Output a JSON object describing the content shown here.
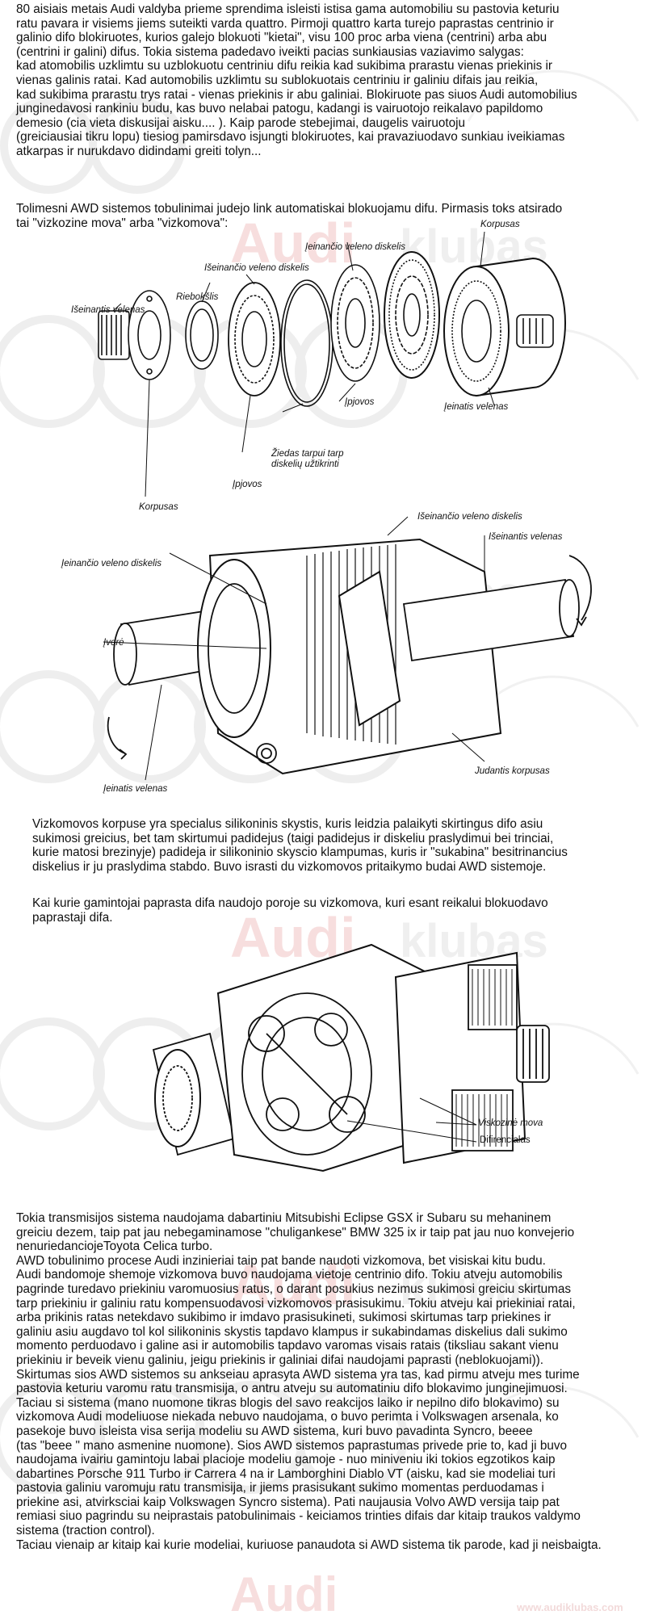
{
  "watermark": {
    "brand": "Audi",
    "site_word": "klubas",
    "site_url": "www.audiklubas.com"
  },
  "paragraphs": {
    "intro": [
      "80 aisiais metais Audi valdyba prieme sprendima isleisti istisa gama automobiliu su pastovia keturiu",
      "ratu pavara ir visiems jiems suteikti varda quattro. Pirmoji quattro karta turejo paprastas centrinio ir",
      "galinio difo blokiruotes, kurios galejo blokuoti \"kietai\", visu 100 proc arba viena (centrini) arba abu",
      "(centrini ir galini) difus. Tokia sistema padedavo iveikti pacias sunkiausias vaziavimo salygas:",
      "kad atomobilis uzklimtu su uzblokuotu centriniu difu reikia kad sukibima prarastu vienas priekinis ir",
      "vienas galinis ratai. Kad automobilis uzklimtu su sublokuotais centriniu ir galiniu difais jau reikia,",
      "kad sukibima prarastu trys ratai - vienas priekinis ir abu galiniai. Blokiruote pas siuos Audi automobilius",
      "junginedavosi rankiniu budu, kas buvo nelabai patogu, kadangi is vairuotojo reikalavo papildomo",
      "demesio (cia vieta diskusijai aisku.... ). Kaip parode stebejimai, daugelis vairuotoju",
      "(greiciausiai tikru lopu) tiesiog pamirsdavo isjungti blokiruotes, kai pravaziuodavo sunkiau iveikiamas",
      "atkarpas ir nurukdavo didindami greiti tolyn..."
    ],
    "awd": [
      "Tolimesni AWD sistemos tobulinimai judejo link automatiskai blokuojamu difu. Pirmasis toks atsirado",
      "tai \"vizkozine mova\" arba \"vizkomova\":"
    ],
    "silicone": [
      "Vizkomovos korpuse yra specialus silikoninis skystis, kuris leidzia palaikyti skirtingus difo asiu",
      "sukimosi greicius, bet tam skirtumui padidejus (taigi padidejus ir diskeliu praslydimui bei trinciai,",
      "kurie matosi brezinyje) padideja ir silikoninio skyscio klampumas, kuris ir \"sukabina\" besitrinancius",
      "diskelius ir ju praslydima stabdo. Buvo israsti du vizkomovos pritaikymo budai AWD sistemoje."
    ],
    "makers": [
      "Kai kurie gamintojai paprasta difa naudojo poroje su vizkomova, kuri esant reikalui blokuodavo",
      "paprastaji difa."
    ],
    "final": [
      "Tokia transmisijos sistema naudojama dabartiniu  Mitsubishi Eclipse GSX  ir Subaru su mehaninem",
      "greiciu dezem, taip pat jau nebegaminamose \"chuligankese\" BMW 325 ix ir taip pat jau nuo konvejerio",
      "nenuriedanciojeToyota Celica turbo.",
      "AWD tobulinimo procese Audi inzinieriai taip pat bande naudoti vizkomova, bet visiskai kitu budu.",
      "Audi bandomoje shemoje vizkomova buvo naudojama vietoje centrinio difo. Tokiu atveju automobilis",
      "pagrinde turedavo priekiniu varomuosius ratus, o darant posukius nezimus sukimosi greiciu skirtumas",
      "tarp priekiniu ir galiniu ratu kompensuodavosi vizkomovos prasisukimu. Tokiu atveju kai priekiniai ratai,",
      "arba prikinis ratas netekdavo sukibimo ir imdavo prasisukineti, sukimosi skirtumas tarp priekines ir",
      "galiniu asiu augdavo tol kol silikoninis skystis tapdavo klampus ir sukabindamas diskelius dali sukimo",
      "momento perduodavo i galine asi ir automobilis tapdavo varomas visais ratais (tiksliau sakant vienu",
      "priekiniu ir beveik vienu galiniu, jeigu priekinis ir galiniai difai naudojami paprasti (neblokuojami)).",
      "Skirtumas sios AWD sistemos su ankseiau aprasyta AWD sistema yra tas, kad pirmu atveju mes turime",
      "pastovia keturiu varomu ratu transmisija, o antru atveju su automatiniu difo blokavimo junginejimuosi.",
      "Taciau si sistema (mano nuomone tikras blogis del savo reakcijos laiko ir nepilno difo blokavimo) su",
      "vizkomova Audi modeliuose niekada nebuvo naudojama, o buvo perimta i Volkswagen arsenala, ko",
      "pasekoje buvo isleista visa serija modeliu su AWD sistema, kuri buvo pavadinta Syncro, beeee",
      "(tas \"beee    \" mano asmenine nuomone). Sios AWD sistemos paprastumas privede prie to, kad ji buvo",
      "naudojama ivairiu gamintoju labai placioje modeliu gamoje - nuo miniveniu iki tokios egzotikos kaip",
      "dabartines Porsche 911 Turbo ir Carrera 4 na ir  Lamborghini Diablo VT (aisku, kad sie modeliai turi",
      "pastovia galiniu varomuju ratu transmisija, ir jiems prasisukant sukimo momentas perduodamas i",
      "priekine asi, atvirksciai kaip Volkswagen Syncro sistema). Pati naujausia Volvo AWD versija taip pat",
      "remiasi siuo pagrindu su neiprastais patobulinimais - keiciamos trinties difais dar kitaip traukos valdymo",
      "sistema (traction control).",
      "Taciau vienaip ar kitaip kai kurie modeliai, kuriuose panaudota si AWD sistema tik parode, kad ji neisbaigta."
    ]
  },
  "figure1_labels": {
    "korpusas_top": "Korpusas",
    "ieinancio_diskelis": "Įeinančio veleno diskelis",
    "iseinancio_diskelis": "Išeinančio veleno diskelis",
    "riebokslis": "Riebokšlis",
    "iseinantis_velenas": "Išeinantis velenas",
    "ieinatis_velenas": "Įeinatis velenas",
    "ipjovos_right": "Įpjovos",
    "ziedas_line1": "Žiedas tarpui tarp",
    "ziedas_line2": "diskelių užtikrinti",
    "ipjovos_left": "Įpjovos",
    "korpusas_bottom": "Korpusas"
  },
  "figure2_labels": {
    "iseinancio_diskelis": "Išeinančio veleno diskelis",
    "iseinantis_velenas": "Išeinantis velenas",
    "ieinancio_diskelis": "Įeinančio veleno diskelis",
    "ivore": "Įvorė",
    "judantis_korpusas": "Judantis korpusas",
    "ieinatis_velenas": "Įeinatis velenas"
  },
  "figure3_labels": {
    "viskozine_mova": "Viskozinė mova",
    "diferencialas": "Difirencialas"
  }
}
